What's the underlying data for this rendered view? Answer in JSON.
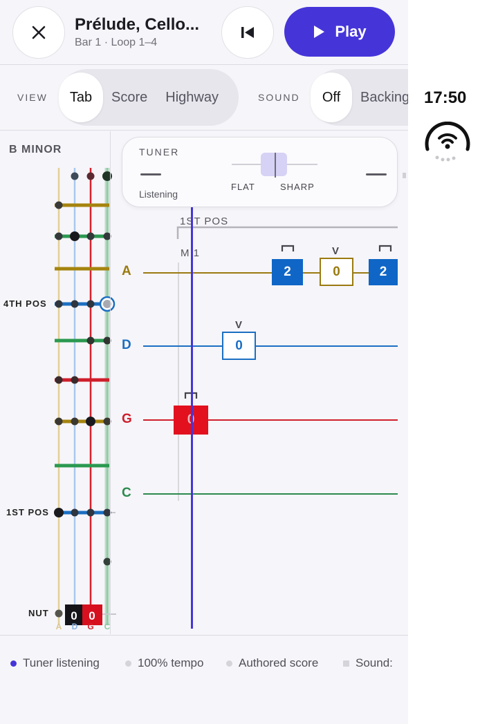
{
  "header": {
    "title": "Prélude, Cello...",
    "subtitle": "Bar 1 · Loop 1–4",
    "play_label": "Play"
  },
  "toolbar": {
    "view_label": "VIEW",
    "view_options": [
      "Tab",
      "Score",
      "Highway"
    ],
    "view_selected": "Tab",
    "sound_label": "SOUND",
    "sound_options": [
      "Off",
      "Backing"
    ],
    "sound_selected": "Off"
  },
  "fingerboard": {
    "key": "B MINOR",
    "position_labels": [
      "4TH POS",
      "1ST POS",
      "NUT"
    ],
    "open_strings": [
      "0",
      "0"
    ],
    "string_letters": [
      "A",
      "D",
      "G",
      "C"
    ]
  },
  "tuner": {
    "title": "TUNER",
    "status": "Listening",
    "flat_label": "FLAT",
    "sharp_label": "SHARP"
  },
  "tab": {
    "position_label": "1ST POS",
    "measure_label": "M 1",
    "strings": [
      {
        "name": "A",
        "color": "#9a7a10"
      },
      {
        "name": "D",
        "color": "#1b6fc2"
      },
      {
        "name": "G",
        "color": "#cf1d2a"
      },
      {
        "name": "C",
        "color": "#2a8a4e"
      }
    ],
    "notes": [
      {
        "string": "A",
        "fret": "2",
        "bowing": "down",
        "style": "filled"
      },
      {
        "string": "A",
        "fret": "0",
        "bowing": "up",
        "style": "outline"
      },
      {
        "string": "A",
        "fret": "2",
        "bowing": "down",
        "style": "filled"
      },
      {
        "string": "D",
        "fret": "0",
        "bowing": "up",
        "style": "outline"
      },
      {
        "string": "G",
        "fret": "0",
        "bowing": "down",
        "style": "filled"
      }
    ],
    "bow_up_symbol": "V"
  },
  "status": {
    "items": [
      "Tuner listening",
      "100% tempo",
      "Authored score",
      "Sound:"
    ]
  },
  "system": {
    "time": "17:50"
  },
  "colors": {
    "accent": "#4535d9",
    "string_a": "#9a7a10",
    "string_d": "#1b6fc2",
    "string_g": "#cf1d2a",
    "string_c": "#2a8a4e"
  }
}
